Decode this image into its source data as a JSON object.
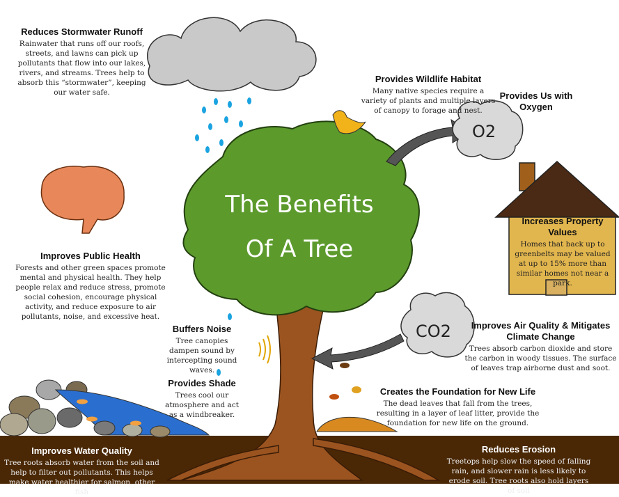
{
  "title": {
    "line1": "The Benefits",
    "line2": "Of A Tree"
  },
  "labels": {
    "o2": "O2",
    "co2": "CO2"
  },
  "benefits": {
    "stormwater": {
      "heading": "Reduces Stormwater Runoff",
      "text": "Rainwater that runs off our roofs, streets, and lawns can pick up pollutants that flow into our lakes, rivers, and streams. Trees help to absorb this “stormwater”, keeping our water safe."
    },
    "wildlife": {
      "heading": "Provides Wildlife Habitat",
      "text": "Many native species require a variety of plants and multiple layers of canopy to forage and nest."
    },
    "oxygen": {
      "heading": "Provides Us with Oxygen"
    },
    "property": {
      "heading": "Increases Property Values",
      "text": "Homes that back up to greenbelts may be valued at up to 15% more than similar homes not near a park."
    },
    "health": {
      "heading": "Improves Public Health",
      "text": "Forests and other green spaces promote mental and physical health. They help people relax and reduce stress, promote social cohesion, encourage physical activity, and reduce exposure to air pollutants, noise, and excessive heat."
    },
    "noise": {
      "heading": "Buffers Noise",
      "text": "Tree canopies dampen sound by intercepting sound waves."
    },
    "shade": {
      "heading": "Provides Shade",
      "text": "Trees cool our atmosphere and act as a windbreaker."
    },
    "air": {
      "heading": "Improves Air Quality & Mitigates Climate Change",
      "text": "Trees absorb carbon dioxide and store the carbon in woody tissues. The surface of leaves trap airborne dust and soot."
    },
    "newlife": {
      "heading": "Creates the Foundation for New Life",
      "text": "The dead leaves that fall from the trees, resulting in a layer of leaf litter, provide the foundation for new life on the ground."
    },
    "water": {
      "heading": "Improves Water Quality",
      "text": "Tree roots absorb water from the soil and help to filter out pollutants. This helps make water healthier for salmon, other fish"
    },
    "erosion": {
      "heading": "Reduces Erosion",
      "text": "Treetops help slow the speed of falling rain, and slower rain is less likely to erode soil. Tree roots also hold layers of soil"
    }
  },
  "colors": {
    "ground": "#4a2806",
    "canopy": "#5c9a2c",
    "trunk": "#9b5420",
    "cloud": "#c9c9c9",
    "house": "#e2b64e",
    "roof": "#4a2a14",
    "water": "#2a6fd0"
  }
}
